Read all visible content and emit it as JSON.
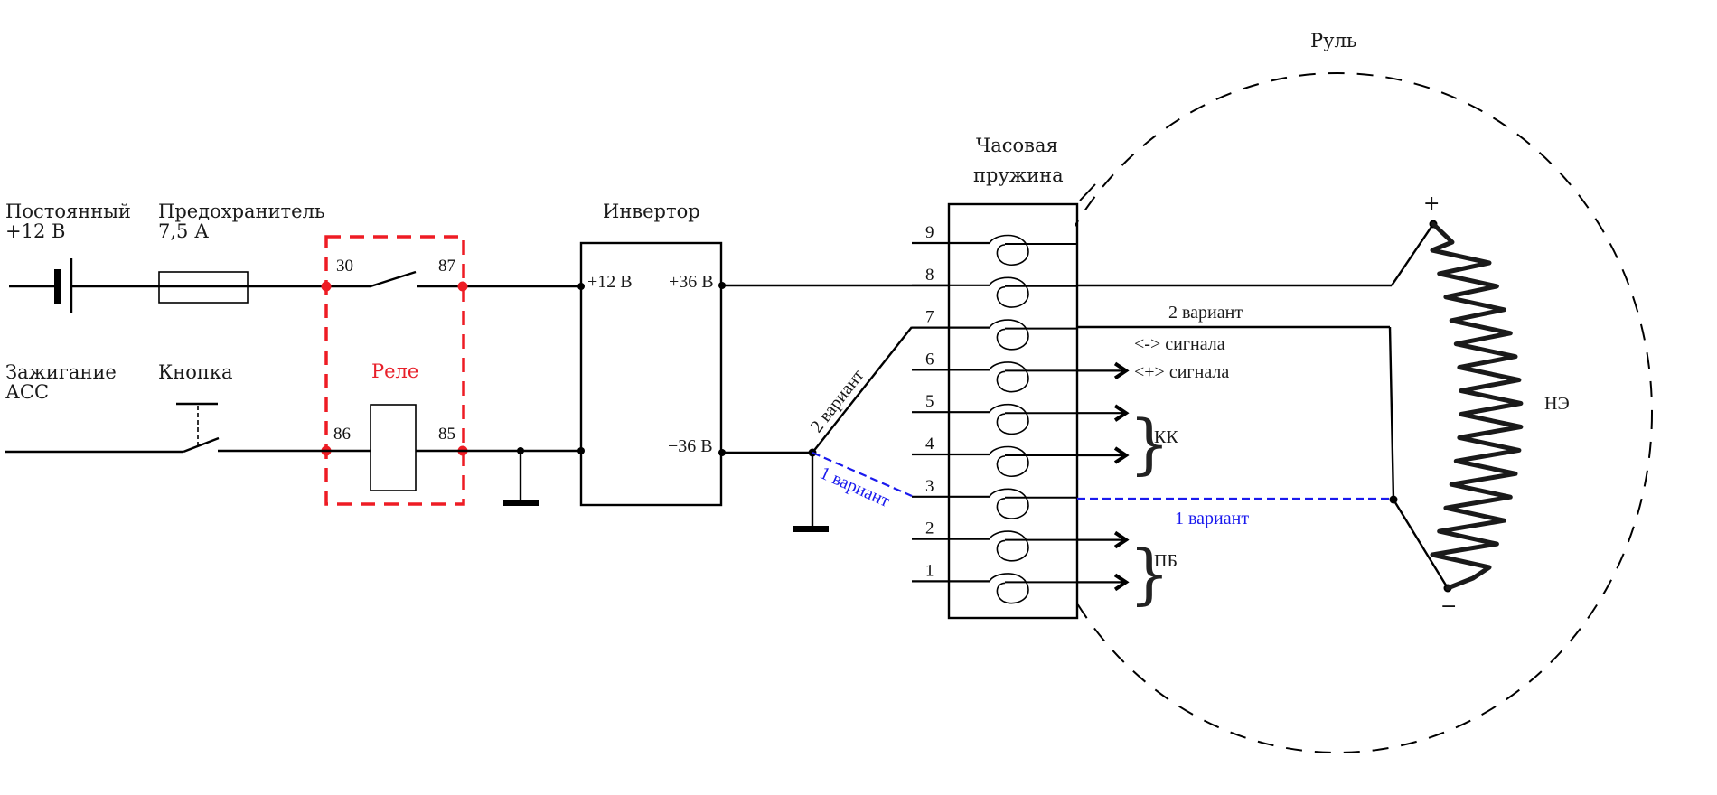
{
  "labels": {
    "battery_title": "Постоянный",
    "battery_value": "+12 В",
    "fuse_title": "Предохранитель",
    "fuse_value": "7,5 А",
    "ignition_title": "Зажигание",
    "ignition_value": "АСС",
    "button_title": "Кнопка",
    "relay_title": "Реле",
    "inverter_title": "Инвертор",
    "clockspring_title_1": "Часовая",
    "clockspring_title_2": "пружина",
    "steering_wheel_title": "Руль",
    "heater_title": "НЭ",
    "heater_plus": "+",
    "heater_minus": "−"
  },
  "relay_pins": {
    "p30": "30",
    "p87": "87",
    "p86": "86",
    "p85": "85"
  },
  "inverter_pins": {
    "in12": "+12 В",
    "out_plus": "+36 В",
    "out_minus": "−36 В"
  },
  "clockspring_pins": [
    "9",
    "8",
    "7",
    "6",
    "5",
    "4",
    "3",
    "2",
    "1"
  ],
  "outputs": {
    "signal_minus": "<-> сигнала",
    "signal_plus": "<+> сигнала",
    "kk": "КК",
    "pb": "ПБ"
  },
  "variants": {
    "variant2_diag": "2 вариант",
    "variant2_top": "2 вариант",
    "variant1_diag": "1 вариант",
    "variant1_bottom": "1 вариант"
  },
  "colors": {
    "relay_accent": "#ee1c24",
    "variant1_accent": "#1a1aee",
    "wire": "#000000"
  }
}
